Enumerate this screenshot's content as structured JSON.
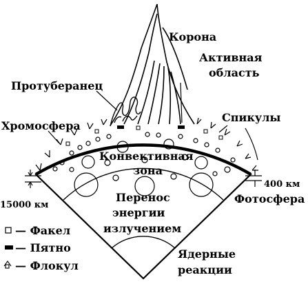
{
  "labels": {
    "corona": "Корона",
    "active_region_line1": "Активная",
    "active_region_line2": "область",
    "prominence": "Протуберанец",
    "spicules": "Спикулы",
    "chromosphere": "Хромосфера",
    "convective_line1": "Конвективная",
    "convective_line2": "зона",
    "transfer_line1": "Перенос",
    "transfer_line2": "энергии",
    "transfer_line3": "излучением",
    "thickness_chromosphere": "15000 км",
    "thickness_photosphere": "400 км",
    "photosphere": "Фотосфера",
    "nuclear_line1": "Ядерные",
    "nuclear_line2": "реакции"
  },
  "legend": {
    "items": [
      {
        "symbol": "white-square",
        "label": "— Факел"
      },
      {
        "symbol": "black-rect",
        "label": "— Пятно"
      },
      {
        "symbol": "flocculus",
        "label": "— Флокул"
      }
    ]
  }
}
